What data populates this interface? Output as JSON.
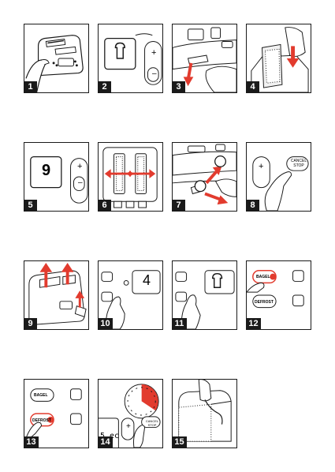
{
  "steps": [
    {
      "number": "1"
    },
    {
      "number": "2"
    },
    {
      "number": "3"
    },
    {
      "number": "4"
    },
    {
      "number": "5"
    },
    {
      "number": "6"
    },
    {
      "number": "7"
    },
    {
      "number": "8"
    },
    {
      "number": "9"
    },
    {
      "number": "10"
    },
    {
      "number": "11"
    },
    {
      "number": "12"
    },
    {
      "number": "13"
    },
    {
      "number": "14"
    },
    {
      "number": "15"
    }
  ],
  "display": {
    "step5_value": "9",
    "step10_value": "4",
    "step14_timer": "5 ec"
  },
  "labels": {
    "plus": "+",
    "minus": "–",
    "cancel": "CANCEL STOP",
    "bagel": "BAGEL",
    "defrost": "DEFROST",
    "one": "1",
    "two": "2"
  },
  "colors": {
    "line": "#1a1a1a",
    "accent": "#e23b2e",
    "panel_bg": "#ffffff",
    "badge_bg": "#1a1a1a"
  }
}
